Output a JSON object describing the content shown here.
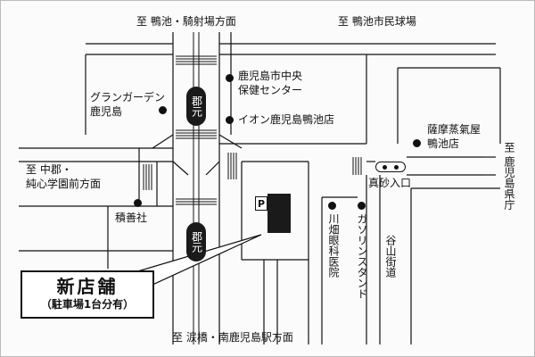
{
  "directions": {
    "top_left": "至 鴨池・騎射場方面",
    "top_right": "至 鴨池市民球場",
    "left": "至 中郡・\n純心学園前方面",
    "right": "至 鹿児島県庁",
    "bottom": "至 涙橋・南鹿児島駅方面"
  },
  "stations": {
    "north": "郡元",
    "south": "郡元"
  },
  "landmarks": {
    "grand_garden": "グランガーデン\n鹿児島",
    "health_center": "鹿児島市中央\n保健センター",
    "aeon": "イオン鹿児島鴨池店",
    "satsuma": "薩摩蒸氣屋\n鴨池店",
    "sekizensha": "積善社",
    "manago_iriguchi": "真砂入口",
    "kawabata_clinic": "川畑眼科医院",
    "gas_station": "ガソリンスタンド",
    "taniyama_road": "谷山街道"
  },
  "parking_label": "P",
  "callout": {
    "title": "新店舗",
    "subtitle": "（駐車場1台分有）"
  },
  "colors": {
    "ink": "#111111",
    "road": "#ffffff",
    "background": "#fbfbfb"
  }
}
